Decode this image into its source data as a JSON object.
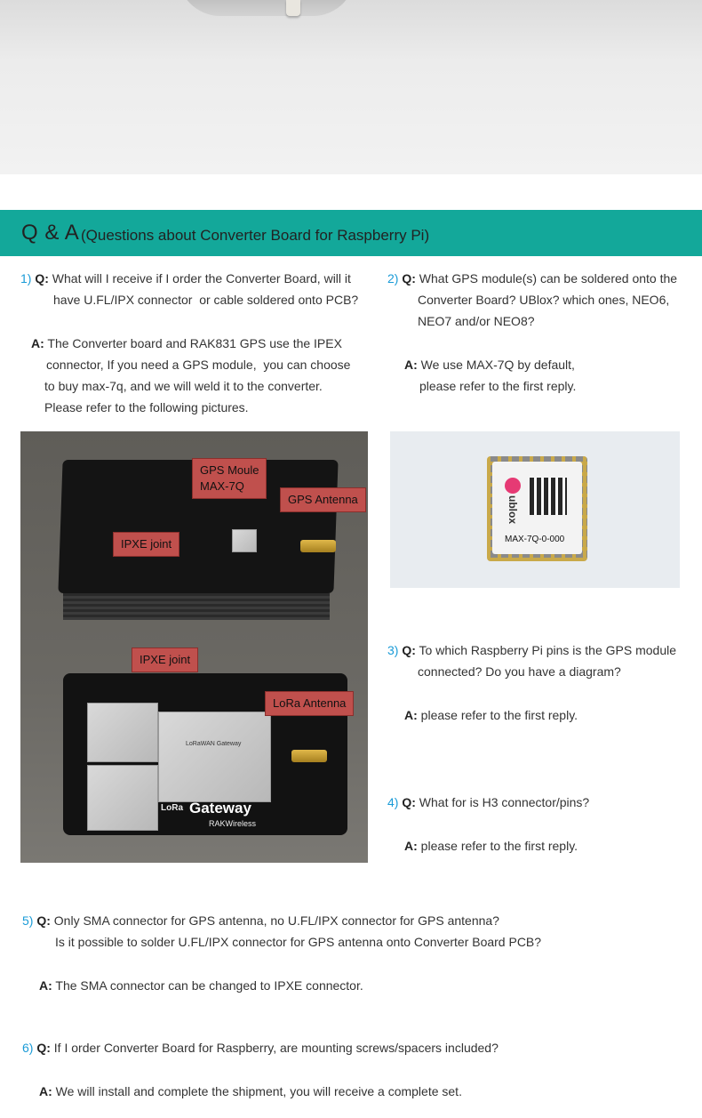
{
  "banner": {
    "title": "Q & A",
    "subtitle": "(Questions about Converter Board for Raspberry Pi)"
  },
  "qa": [
    {
      "num": "1)",
      "q_label": "Q:",
      "q_lines": [
        "What will I receive if I order the Converter Board, will it",
        "have U.FL/IPX connector  or cable soldered onto PCB?"
      ],
      "a_label": "A:",
      "a_lines": [
        "The Converter board and RAK831 GPS use the IPEX",
        "connector, If you need a GPS module,  you can choose",
        "to buy max-7q, and we will weld it to the converter.",
        "Please refer to the following pictures."
      ]
    },
    {
      "num": "2)",
      "q_label": "Q:",
      "q_lines": [
        "What GPS module(s) can be soldered onto the",
        "Converter Board? UBlox? which ones, NEO6,",
        "NEO7 and/or NEO8?"
      ],
      "a_label": "A:",
      "a_lines": [
        "We use MAX-7Q by default,",
        "please refer to the first reply."
      ]
    },
    {
      "num": "3)",
      "q_label": "Q:",
      "q_lines": [
        "To which Raspberry Pi pins is the GPS module",
        "connected? Do you have a diagram?"
      ],
      "a_label": "A:",
      "a_lines": [
        "please refer to the first reply."
      ]
    },
    {
      "num": "4)",
      "q_label": "Q:",
      "q_lines": [
        "What for is H3 connector/pins?"
      ],
      "a_label": "A:",
      "a_lines": [
        "please refer to the first reply."
      ]
    },
    {
      "num": "5)",
      "q_label": "Q:",
      "q_lines": [
        "Only SMA connector for GPS antenna, no U.FL/IPX connector for GPS antenna?",
        "Is it possible to solder U.FL/IPX connector for GPS antenna onto Converter Board PCB?"
      ],
      "a_label": "A:",
      "a_lines": [
        "The SMA connector can be changed to IPXE connector."
      ]
    },
    {
      "num": "6)",
      "q_label": "Q:",
      "q_lines": [
        "If I order Converter Board for Raspberry, are mounting screws/spacers included?"
      ],
      "a_label": "A:",
      "a_lines": [
        "We will install and complete the shipment, you will receive a complete set."
      ]
    }
  ],
  "photo_callouts": {
    "gps_module": "GPS Moule\nMAX-7Q",
    "gps_antenna": "GPS Antenna",
    "ipxe_top": "IPXE joint",
    "ipxe_bottom": "IPXE joint",
    "lora_antenna": "LoRa Antenna"
  },
  "board_text": {
    "shield_label": "LoRaWAN Gateway",
    "brand": "Gateway",
    "brand_prefix": "LoRa",
    "maker": "RAKWireless"
  },
  "chip": {
    "brand": "ublox",
    "model": "MAX-7Q-0-000"
  },
  "colors": {
    "banner": "#13a89a",
    "number": "#1a9bd7",
    "callout": "#c0504d"
  }
}
